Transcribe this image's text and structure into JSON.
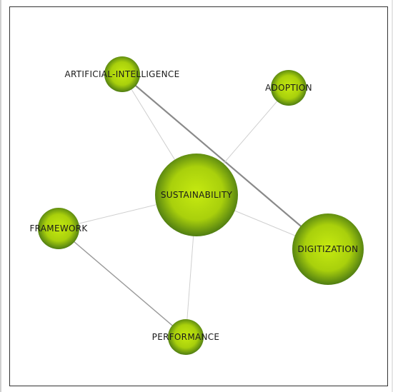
{
  "network": {
    "nodes": [
      {
        "id": "sustainability",
        "label": "SUSTAINABILITY",
        "weight": 5
      },
      {
        "id": "digitization",
        "label": "DIGITIZATION",
        "weight": 4
      },
      {
        "id": "artificial-intelligence",
        "label": "ARTIFICIAL-INTELLIGENCE",
        "weight": 2
      },
      {
        "id": "adoption",
        "label": "ADOPTION",
        "weight": 2
      },
      {
        "id": "framework",
        "label": "FRAMEWORK",
        "weight": 2
      },
      {
        "id": "performance",
        "label": "PERFORMANCE",
        "weight": 2
      }
    ],
    "edges": [
      {
        "source": "artificial-intelligence",
        "target": "sustainability",
        "strength": "weak"
      },
      {
        "source": "artificial-intelligence",
        "target": "digitization",
        "strength": "strong"
      },
      {
        "source": "adoption",
        "target": "sustainability",
        "strength": "weak"
      },
      {
        "source": "sustainability",
        "target": "framework",
        "strength": "weak"
      },
      {
        "source": "sustainability",
        "target": "digitization",
        "strength": "weak"
      },
      {
        "source": "sustainability",
        "target": "performance",
        "strength": "weak"
      },
      {
        "source": "framework",
        "target": "performance",
        "strength": "medium"
      }
    ],
    "colors": {
      "node_center": "#c6ea10",
      "node_mid": "#a9d00c",
      "node_edge": "#4f7d12",
      "edge_weak": "#cfcfcf",
      "edge_medium": "#9a9a9a",
      "edge_strong": "#8a8a8a"
    }
  }
}
